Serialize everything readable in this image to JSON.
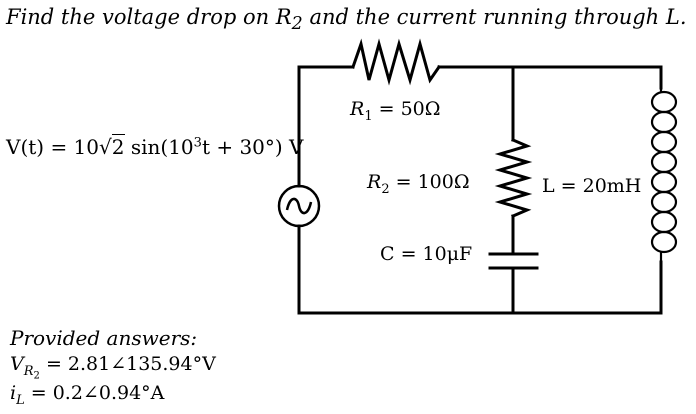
{
  "question": {
    "before_r2": "Find the voltage drop on R",
    "r2_sub": "2",
    "after_r2": " and the current running through L."
  },
  "source": {
    "prefix": "V(t) = 10",
    "sqrt_arg": "2",
    "mid": " sin(10",
    "exp": "3",
    "suffix": "t + 30°) V"
  },
  "components": {
    "r1": {
      "symbol": "R",
      "sub": "1",
      "value": " = 50Ω"
    },
    "r2": {
      "symbol": "R",
      "sub": "2",
      "value": " = 100Ω"
    },
    "c": {
      "text": "C = 10μF"
    },
    "l": {
      "text": "L = 20mH"
    }
  },
  "answers": {
    "heading": "Provided answers:",
    "vr2": {
      "symbol": "V",
      "sub": "R",
      "subsub": "2",
      "value": " = 2.81∠135.94°V"
    },
    "il": {
      "symbol": "i",
      "sub": "L",
      "value": " = 0.2∠0.94°A"
    }
  }
}
